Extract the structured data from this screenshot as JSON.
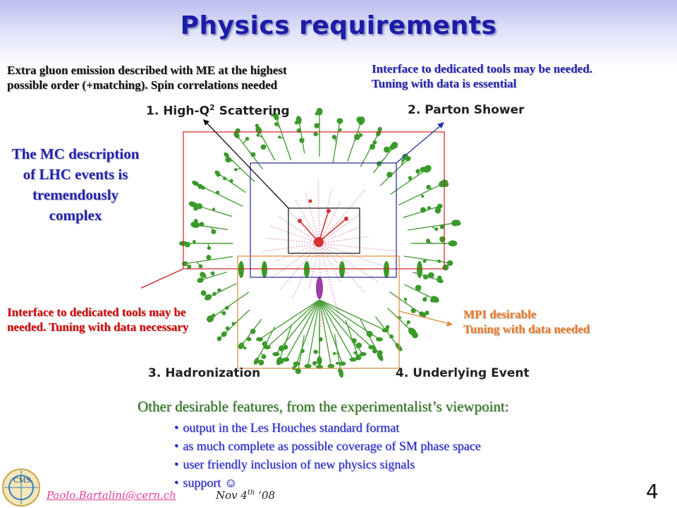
{
  "slide": {
    "title": "Physics requirements",
    "page_number": "4"
  },
  "annotations": {
    "me_line1": "Extra gluon emission described with ME at the highest",
    "me_line2": "possible order (+matching).  Spin correlations needed",
    "shower_line1": "Interface to dedicated tools may be needed.",
    "shower_line2": "Tuning with data is essential",
    "hadron_line1": "Interface to dedicated tools may be",
    "hadron_line2": "needed. Tuning with data necessary",
    "mpi_line1": "MPI desirable",
    "mpi_line2": "Tuning with data needed"
  },
  "mc_description": {
    "line1": "The MC description",
    "line2": "of LHC events is",
    "line3": "tremendously",
    "line4": "complex"
  },
  "diagram": {
    "stage1_prefix": "1. High-Q",
    "stage1_sup": "2",
    "stage1_suffix": " Scattering",
    "stage2": "2. Parton Shower",
    "stage3": "3. Hadronization",
    "stage4": "4. Underlying Event"
  },
  "features": {
    "heading": "Other desirable features, from the experimentalist’s viewpoint:",
    "items": [
      "output in the Les Houches standard format",
      "as much complete as possible coverage of SM phase space",
      "user friendly inclusion of new physics signals",
      "support ☺"
    ]
  },
  "footer": {
    "email": "Paolo.Bartalini@cern.ch",
    "date_prefix": "Nov 4",
    "date_sup": "th",
    "date_suffix": " ‘08",
    "logo_text": "CMS"
  },
  "colors": {
    "title": "#1c1ca8",
    "blue_text": "#2323b4",
    "red_text": "#d80000",
    "orange_text": "#f07a26",
    "green_text": "#2f6f1f",
    "hadron_green": "#3a9a2a"
  }
}
